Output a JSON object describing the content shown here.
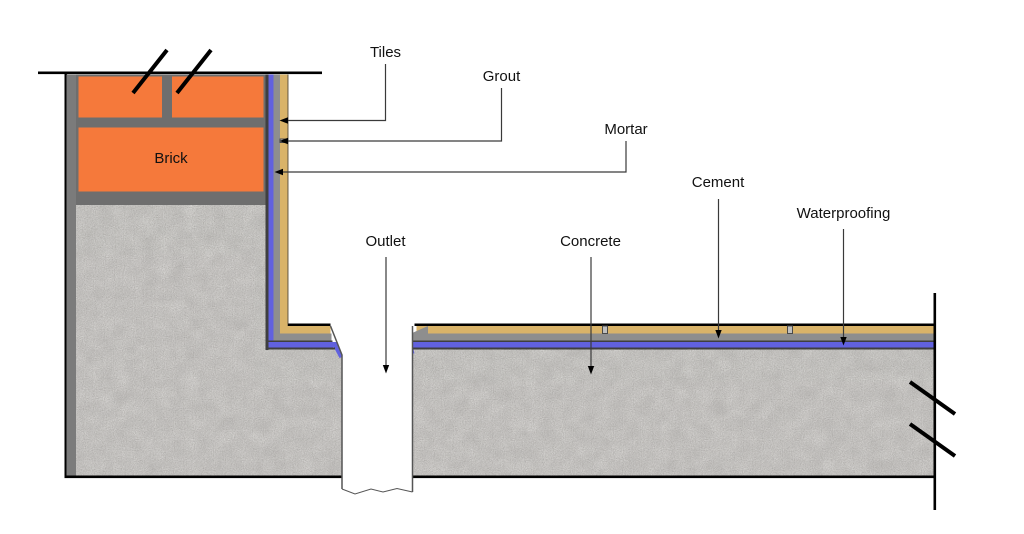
{
  "diagram": {
    "labels": {
      "tiles": "Tiles",
      "grout": "Grout",
      "mortar": "Mortar",
      "cement": "Cement",
      "waterproofing": "Waterproofing",
      "outlet": "Outlet",
      "concrete": "Concrete",
      "brick": "Brick"
    },
    "colors": {
      "brick_orange": "#F5793B",
      "joint_gray": "#6E6E6E",
      "wall_edge_gray": "#7B7B7B",
      "waterproofing_blue": "#6161DF",
      "mortar_gray": "#8E8E8E",
      "tile_tan": "#D9B369",
      "grout_gray": "#BFBFBF",
      "concrete_gray": "#9A948E",
      "outline_dark": "#3F3F3F",
      "line_black": "#000000"
    }
  }
}
